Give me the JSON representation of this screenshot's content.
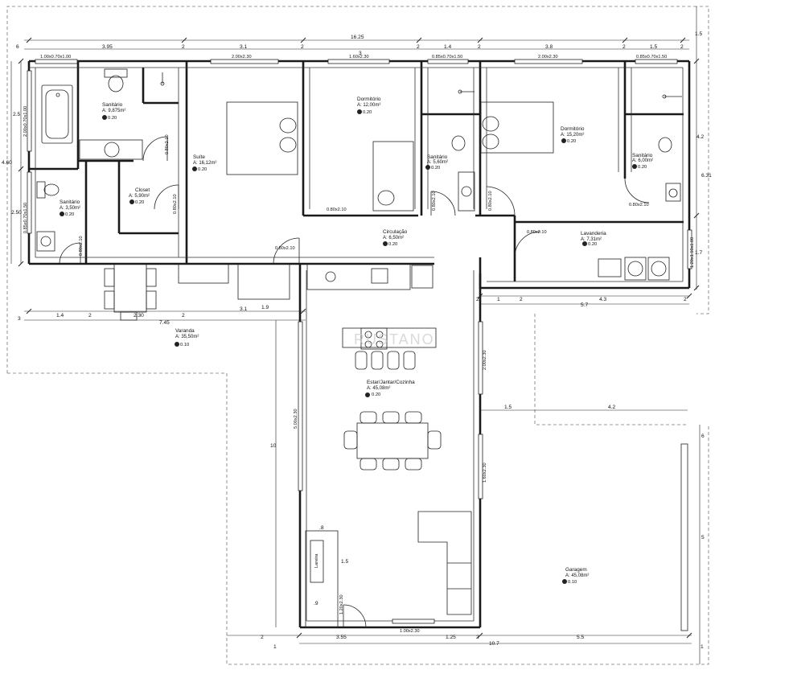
{
  "watermark": "RUSTANO",
  "rooms": [
    {
      "id": "sanitario-suite",
      "name": "Sanitário",
      "area": "A: 9,875m²",
      "level": "0.20"
    },
    {
      "id": "suite",
      "name": "Suíte",
      "area": "A: 16,12m²",
      "level": "0.20"
    },
    {
      "id": "dormitorio-1",
      "name": "Dormitório",
      "area": "A: 12,00m²",
      "level": "0.20"
    },
    {
      "id": "sanitario-central",
      "name": "Sanitário",
      "area": "A: 5,60m²",
      "level": "0.20"
    },
    {
      "id": "dormitorio-2",
      "name": "Dormitório",
      "area": "A: 15,20m²",
      "level": "0.20"
    },
    {
      "id": "sanitario-dorm2",
      "name": "Sanitário",
      "area": "A: 6,00m²",
      "level": "0.20"
    },
    {
      "id": "closet",
      "name": "Closet",
      "area": "A: 5,90m²",
      "level": "0.20"
    },
    {
      "id": "sanitario-small",
      "name": "Sanitário",
      "area": "A: 3,50m²",
      "level": "0.20"
    },
    {
      "id": "circulacao",
      "name": "Circulação",
      "area": "A: 6,50m²",
      "level": "0.20"
    },
    {
      "id": "lavanderia",
      "name": "Lavanderia",
      "area": "A: 7,31m²",
      "level": "0.20"
    },
    {
      "id": "varanda",
      "name": "Varanda",
      "area": "A: 35,50m²",
      "level": "0.10"
    },
    {
      "id": "estar",
      "name": "Estar/Jantar/Cozinha",
      "area": "A: 45,08m²",
      "level": "0.20"
    },
    {
      "id": "garagem",
      "name": "Garagem",
      "area": "A: 45,08m²",
      "level": "0.10"
    }
  ],
  "fireplace_label": "Lareira",
  "openings": [
    "1.00x0.70x1.00",
    "2.00x2.30",
    "1.60x2.30",
    "0.85x0.70x1.50",
    "2.00x2.30",
    "0.85x0.70x1.50",
    "2.00x0.70x1.00",
    "0.80x2.10",
    "0.80x2.10",
    "0.85x0.70x1.50",
    "0.80x2.10",
    "0.80x2.10",
    "0.80x2.10",
    "0.80x2.10",
    "0.80x2.10",
    "0.80x2.10",
    "0.80x2.10",
    "1.20x1.10x1.00",
    "2.00x2.30",
    "5.00x2.30",
    "1.60x2.30",
    "1.20x2.30",
    "1.00x2.30"
  ],
  "dimensions": {
    "top_total": "16.25",
    "top_segments": [
      "6",
      "3.95",
      "2",
      "3.1",
      "2",
      "3",
      "2",
      "1.4",
      "2",
      "3.8",
      "2",
      "1.5",
      "2"
    ],
    "left_segments": [
      "2.5",
      "4.60",
      "2.50",
      "3"
    ],
    "right_segments": [
      "1.5",
      "4.2",
      "6.31",
      "1.7"
    ],
    "mid_row": [
      "1.4",
      "2",
      "7.45",
      "2.30",
      "2",
      "3.1",
      "1.9"
    ],
    "right_mid": [
      "1",
      "2",
      "4.3",
      "5.7",
      "2",
      "2"
    ],
    "garage_dims": [
      "1.5",
      "4.2",
      "6",
      "5"
    ],
    "bottom_row": [
      "2",
      "3.55",
      "1.25",
      "2",
      "5.5",
      "10.7",
      "1",
      "1"
    ],
    "living_left": "10",
    "fireplace_dims": [
      ".8",
      "1.5",
      ".9"
    ]
  },
  "colors": {
    "wall": "#1a1a1a",
    "line": "#222222",
    "dash": "#777777",
    "watermark": "#c9c9c9"
  }
}
